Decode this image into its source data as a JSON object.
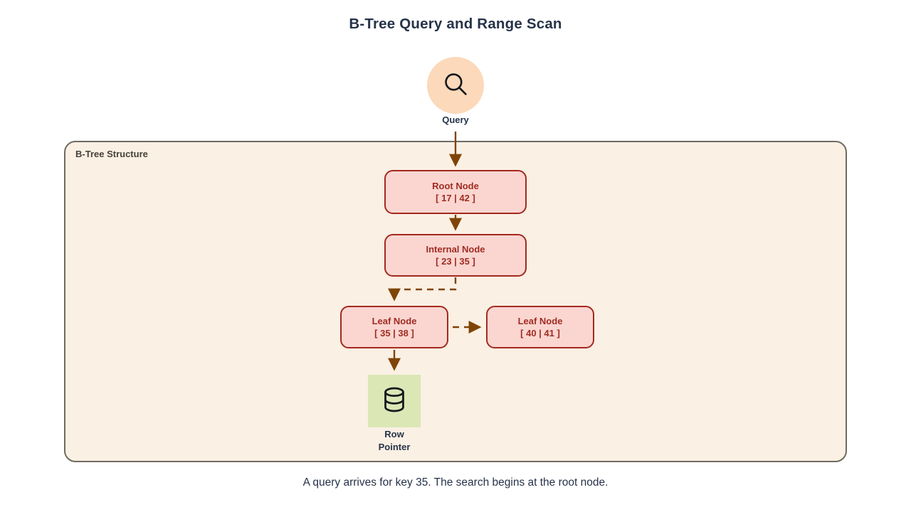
{
  "title": "B-Tree Query and Range Scan",
  "caption": "A query arrives for key 35. The search begins at the root node.",
  "query": {
    "label": "Query",
    "icon": "magnifier-icon"
  },
  "container": {
    "label": "B-Tree Structure"
  },
  "nodes": {
    "root": {
      "title": "Root Node",
      "keys": "[ 17 | 42 ]"
    },
    "internal": {
      "title": "Internal Node",
      "keys": "[ 23 | 35 ]"
    },
    "leaf_left": {
      "title": "Leaf Node",
      "keys": "[ 35 | 38 ]"
    },
    "leaf_right": {
      "title": "Leaf Node",
      "keys": "[ 40 | 41 ]"
    }
  },
  "row_pointer": {
    "label": "Row Pointer",
    "icon": "database-icon"
  },
  "edges": [
    {
      "from": "query",
      "to": "root",
      "style": "solid"
    },
    {
      "from": "root",
      "to": "internal",
      "style": "solid"
    },
    {
      "from": "internal",
      "to": "leaf_left",
      "style": "dashed"
    },
    {
      "from": "leaf_left",
      "to": "leaf_right",
      "style": "dashed"
    },
    {
      "from": "leaf_left",
      "to": "row_pointer",
      "style": "solid"
    }
  ],
  "colors": {
    "query_circle_bg": "#FCD9BA",
    "node_bg": "#FBD6D1",
    "node_border": "#A3291F",
    "node_text": "#A02C22",
    "arrow": "#7F4405",
    "container_bg": "#FAF0E4",
    "container_border": "#716A5F",
    "row_pointer_bg": "#DBE7B5",
    "heading_text": "#263349",
    "container_label_text": "#474239"
  }
}
